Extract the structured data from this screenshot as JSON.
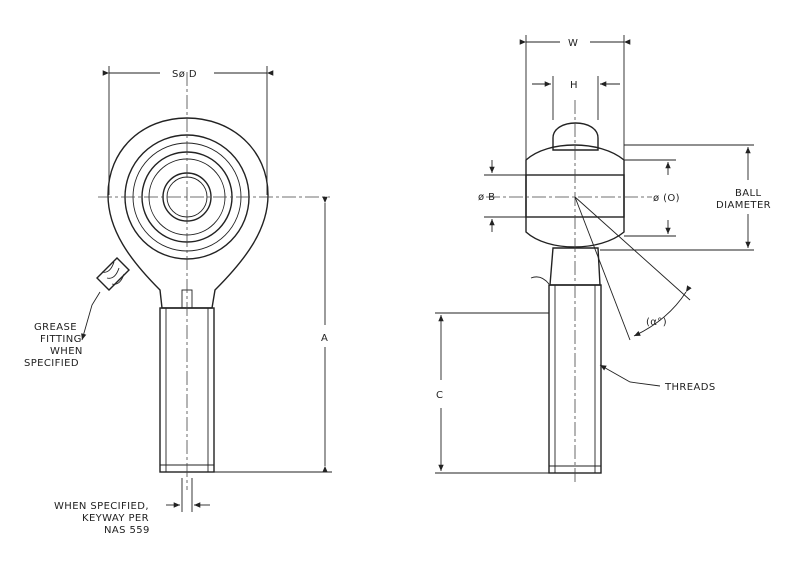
{
  "labels": {
    "sd": "Sø D",
    "w": "W",
    "h": "H",
    "b": "ø B",
    "o": "ø (O)",
    "ball_1": "BALL",
    "ball_2": "DIAMETER",
    "a": "A",
    "c": "C",
    "angle": "(α°)",
    "threads": "THREADS",
    "grease_1": "GREASE",
    "grease_2": "FITTING",
    "grease_3": "WHEN",
    "grease_4": "SPECIFIED",
    "keyway_1": "WHEN SPECIFIED,",
    "keyway_2": "KEYWAY PER",
    "keyway_3": "NAS 559"
  },
  "colors": {
    "line": "#222222",
    "background": "#ffffff"
  }
}
